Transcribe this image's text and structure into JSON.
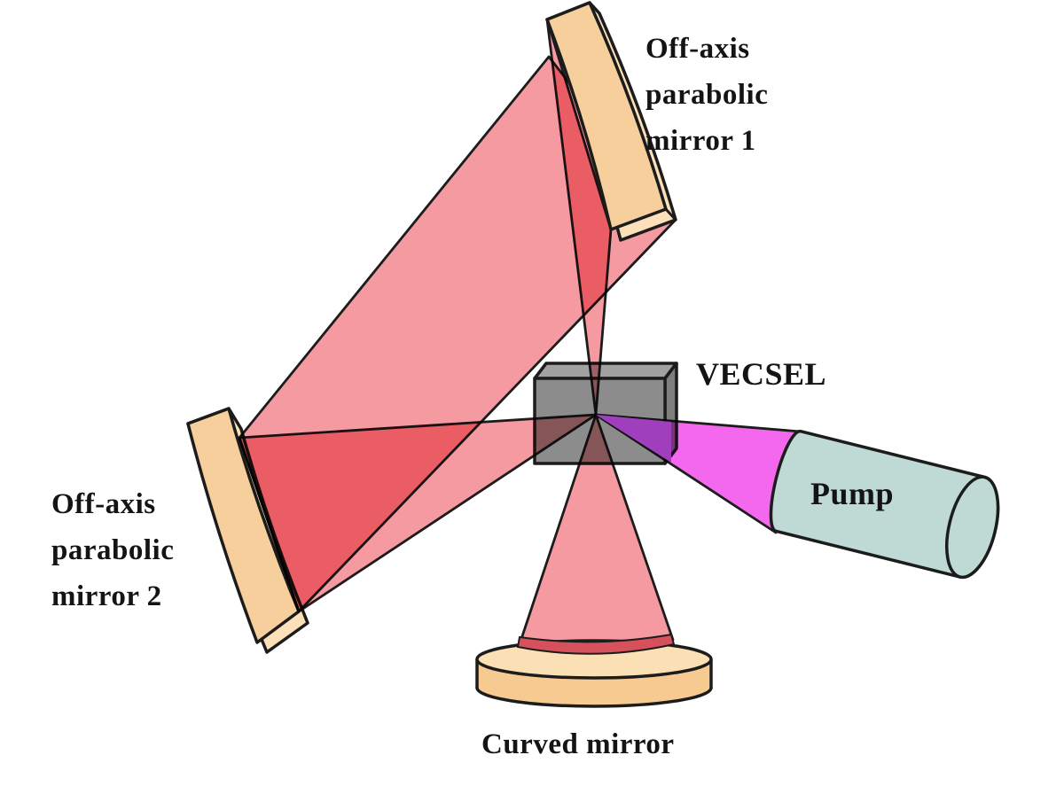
{
  "labels": {
    "mirror1": [
      "Off-axis",
      "parabolic",
      "mirror 1"
    ],
    "mirror2": [
      "Off-axis",
      "parabolic",
      "mirror 2"
    ],
    "vecsel": "VECSEL",
    "pump": "Pump",
    "curved_mirror": "Curved mirror"
  },
  "colors": {
    "background": "#ffffff",
    "outline": "#1c1c1c",
    "mirror_face": "#f7cf9d",
    "mirror_edge": "#fbe0ba",
    "curved_mirror_top": "#fce0b5",
    "curved_mirror_side": "#f6ca90",
    "cube_front": "#8c8c8c",
    "cube_top": "#a1a1a1",
    "cube_side": "#7e7e7e",
    "beam": "#f59aa0",
    "beam_footprint": "#d6515b",
    "pump_beam": "#f468ee",
    "pump_overlap": "#a03fbe",
    "pump_body": "#bfd9d5",
    "label_text": "#141414"
  }
}
